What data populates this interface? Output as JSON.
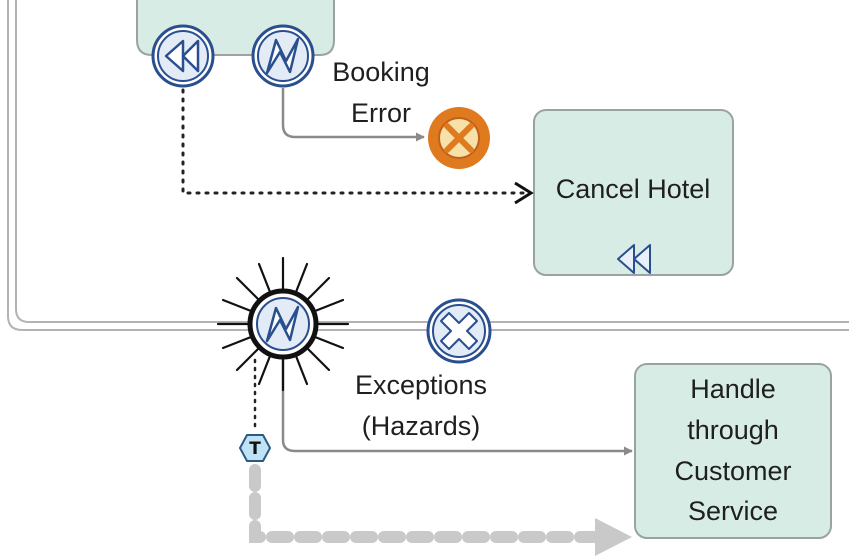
{
  "diagram": {
    "labels": {
      "booking_error_line1": "Booking",
      "booking_error_line2": "Error",
      "exceptions_line1": "Exceptions",
      "exceptions_line2": "(Hazards)"
    },
    "tasks": {
      "cancel_hotel": "Cancel Hotel",
      "handle_line1": "Handle",
      "handle_line2": "through",
      "handle_line3": "Customer",
      "handle_line4": "Service"
    },
    "markers": {
      "timer_text": "T"
    },
    "colors": {
      "task_fill": "#d8ece6",
      "task_stroke": "#9aa3a3",
      "event_stroke": "#2a4f8f",
      "event_fill": "#e3ecf6",
      "cancel_end_fill": "#e07a1f",
      "cancel_end_inner": "#f6e1a8",
      "flow_gray": "#8f8f8f",
      "compensation_dotted": "#222222",
      "dashed_gray": "#c9c9c9",
      "hexagon_fill": "#bfe3f4"
    },
    "icons": [
      "compensation-boundary-icon",
      "error-boundary-icon",
      "cancel-end-icon",
      "compensation-marker-icon",
      "cancel-boundary-icon",
      "timer-hexagon-icon"
    ]
  }
}
